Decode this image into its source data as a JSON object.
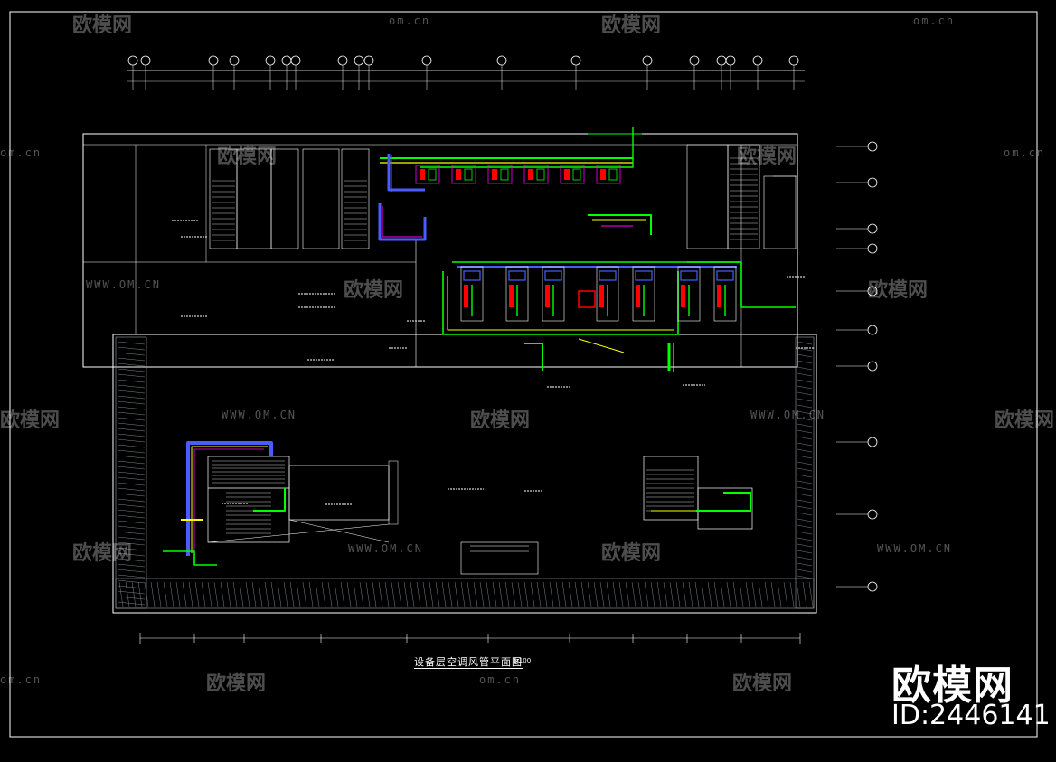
{
  "drawing": {
    "title": "设备层空调风管平面图",
    "scale": "1:100"
  },
  "brand": {
    "logo_text": "欧模网",
    "id_text": "ID:2446141"
  },
  "watermark": {
    "text": "欧模网",
    "url": "WWW.OM.CN",
    "url_short": "om.cn"
  },
  "colors": {
    "background": "#000000",
    "wall": "#ffffff",
    "duct_green": "#00ff00",
    "duct_yellow": "#ffff00",
    "duct_magenta": "#ff00ff",
    "duct_blue": "#4a5cff",
    "duct_red": "#ff0000",
    "duct_cyan": "#00ffff"
  }
}
